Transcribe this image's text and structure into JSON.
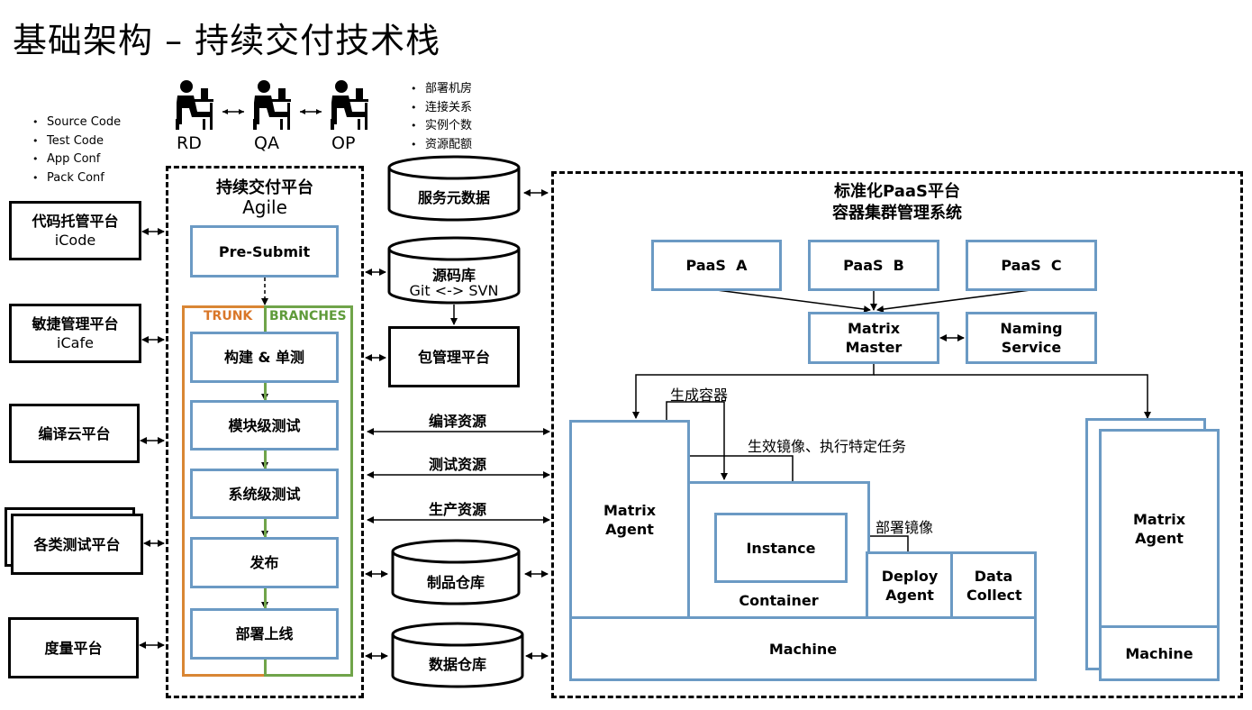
{
  "title": "基础架构 – 持续交付技术栈",
  "left_notes": [
    "Source Code",
    "Test Code",
    "App Conf",
    "Pack Conf"
  ],
  "roles": [
    "RD",
    "QA",
    "OP"
  ],
  "meta_notes": [
    "部署机房",
    "连接关系",
    "实例个数",
    "资源配额"
  ],
  "left_platforms": [
    {
      "name": "代码托管平台",
      "sub": "iCode"
    },
    {
      "name": "敏捷管理平台",
      "sub": "iCafe"
    },
    {
      "name": "编译云平台",
      "sub": ""
    },
    {
      "name": "各类测试平台",
      "sub": ""
    },
    {
      "name": "度量平台",
      "sub": ""
    }
  ],
  "cd_platform": {
    "title": "持续交付平台",
    "subtitle": "Agile",
    "presubmit": "Pre-Submit",
    "trunk": "TRUNK",
    "branches": "BRANCHES",
    "stages": [
      "构建 & 单测",
      "模块级测试",
      "系统级测试",
      "发布",
      "部署上线"
    ]
  },
  "middle": {
    "service_meta": "服务元数据",
    "repo": "源码库",
    "repo_sub": "Git <-> SVN",
    "pkg": "包管理平台",
    "resources": [
      "编译资源",
      "测试资源",
      "生产资源"
    ],
    "artifact": "制品仓库",
    "data_wh": "数据仓库"
  },
  "paas": {
    "title": "标准化PaaS平台",
    "subtitle": "容器集群管理系统",
    "paas_a": "PaaS  A",
    "paas_b": "PaaS  B",
    "paas_c": "PaaS  C",
    "matrix_master": "Matrix Master",
    "naming_service": "Naming Service",
    "gen_container": "生成容器",
    "gen_image": "生效镜像、执行特定任务",
    "deploy_image": "部署镜像",
    "matrix_agent": "Matrix Agent",
    "instance": "Instance",
    "container": "Container",
    "deploy_agent": "Deploy Agent",
    "data_collect": "Data Collect",
    "machine": "Machine",
    "matrix_agent_2": "Matrix Agent",
    "machine_2": "Machine"
  },
  "colors": {
    "blue": "#6b9ac4",
    "orange": "#d98634",
    "green": "#70a44a",
    "trunk_text": "#d9772a",
    "branches_text": "#5f9b3a"
  }
}
